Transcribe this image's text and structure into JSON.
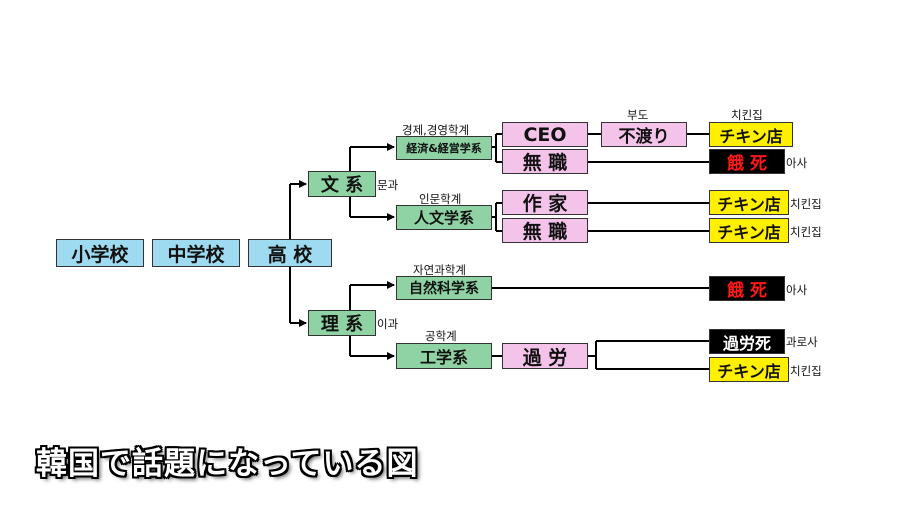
{
  "nodes": {
    "elementary": "小学校",
    "middle": "中学校",
    "high": "高 校",
    "humanities": "文 系",
    "science": "理 系",
    "econ": "経済&経営学系",
    "liberal_arts": "人文学系",
    "natural_sci": "自然科学系",
    "engineering": "工学系",
    "ceo": "CEO",
    "unemployed_1": "無 職",
    "writer": "作 家",
    "unemployed_2": "無 職",
    "overwork": "過 労",
    "default": "不渡り",
    "chicken_1": "チキン店",
    "starve_1": "餓 死",
    "chicken_2": "チキン店",
    "chicken_3": "チキン店",
    "starve_2": "餓 死",
    "karoshi": "過労死",
    "chicken_4": "チキン店"
  },
  "notes": {
    "humanities_ko": "문과",
    "science_ko": "이과",
    "econ_ko": "경제,경영학계",
    "liberal_arts_ko": "인문학계",
    "natural_sci_ko": "자연과학계",
    "engineering_ko": "공학계",
    "default_ko": "부도",
    "chicken_1_ko": "치킨집",
    "starve_1_ko": "아사",
    "chicken_2_ko": "치킨집",
    "chicken_3_ko": "치킨집",
    "starve_2_ko": "아사",
    "karoshi_ko": "과로사",
    "chicken_4_ko": "치킨집"
  },
  "caption": "韓国で話題になっている図",
  "colors": {
    "school": "#9edbf0",
    "field": "#8fd3a4",
    "career": "#f4c3ea",
    "chicken": "#ffef00",
    "death": "#000000",
    "death_text": "#ff1a1a"
  }
}
